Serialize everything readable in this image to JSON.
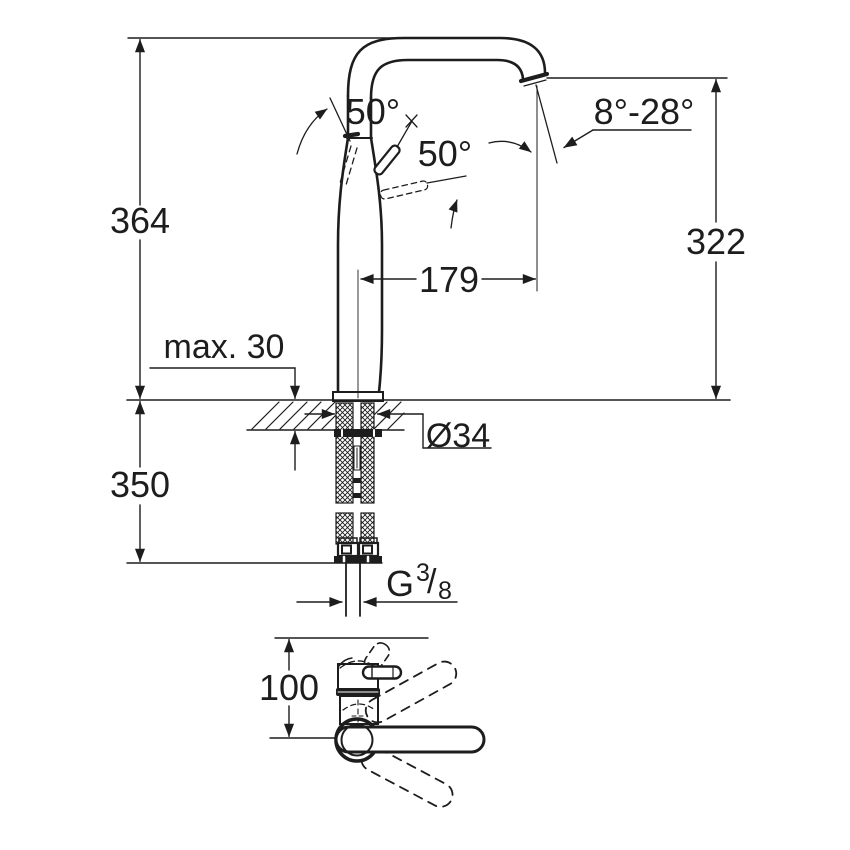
{
  "drawing": {
    "title": "faucet-technical-dimension-drawing",
    "views": [
      "side-elevation-with-installation",
      "top-view-handle-swing"
    ]
  },
  "labels": {
    "total_height": "364",
    "outlet_height": "322",
    "spout_reach": "179",
    "deck_thickness_max": "max. 30",
    "below_deck_length": "350",
    "hole_diameter": "Ø34",
    "lever_open_angle": "50°",
    "lever_side_angle": "50°",
    "spout_swivel_range": "8°-28°",
    "handle_swing_depth": "100",
    "thread": {
      "prefix": "G",
      "numerator": "3",
      "slash": "/",
      "denominator": "8"
    }
  },
  "style": {
    "line_color": "#1d1d1d",
    "background": "#ffffff"
  }
}
